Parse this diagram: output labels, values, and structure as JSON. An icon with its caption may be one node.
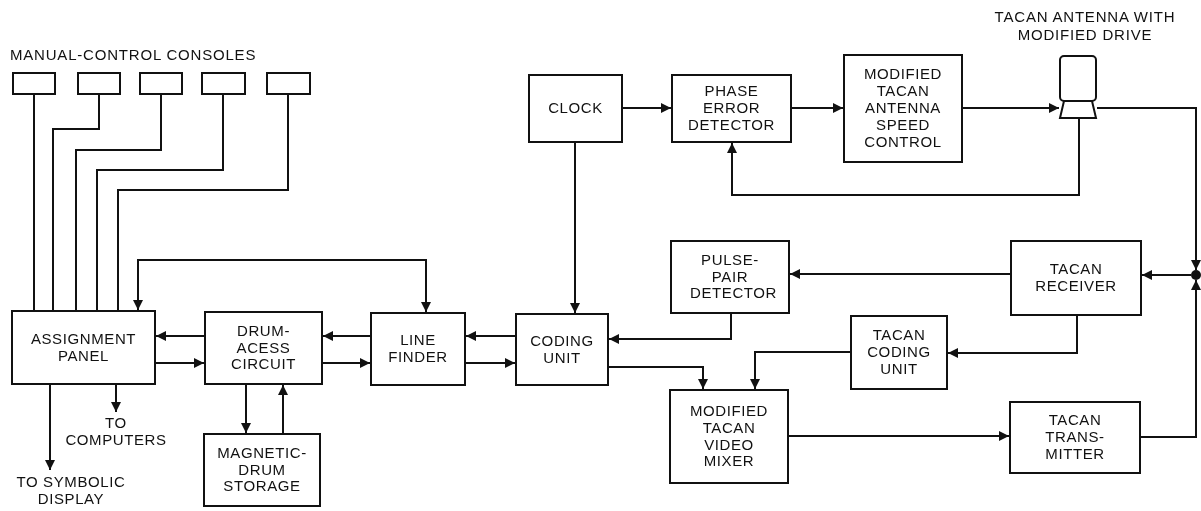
{
  "diagram": {
    "nodes": [
      {
        "text": [],
        "shape": "box"
      },
      {
        "text": [],
        "shape": "box"
      },
      {
        "text": [],
        "shape": "box"
      },
      {
        "text": [],
        "shape": "box"
      },
      {
        "text": [],
        "shape": "box"
      },
      {
        "text": [
          "ASSIGNMENT PANEL"
        ]
      },
      {
        "text": [
          "DRUM- ACESS CIRCUIT"
        ]
      },
      {
        "text": [
          "LINE FINDER"
        ]
      },
      {
        "text": [
          "CODING UNIT"
        ]
      },
      {
        "text": [
          "MAGNETIC- DRUM STORAGE"
        ]
      },
      {
        "text": [
          "TO COMPUTERS"
        ]
      },
      {
        "text": [
          "TO SYMBOLIC DISPLAY"
        ]
      },
      {
        "text": [
          "CLOCK"
        ]
      },
      {
        "text": [
          "PHASE ERROR DETECTOR"
        ]
      },
      {
        "text": [
          "MODIFIED TACAN ANTENNA SPEED CONTROL"
        ]
      },
      {
        "text": [],
        "shape": "box",
        "beside": [
          "TACAN ANTENNA WITH MODIFIED DRIVE"
        ]
      },
      {
        "text": [
          "PULSE- PAIR DETECTOR"
        ]
      },
      {
        "text": [
          "TACAN RECEIVER"
        ]
      },
      {
        "text": [
          "TACAN CODING UNIT"
        ]
      },
      {
        "text": [
          "MODIFIED TACAN VIDEO MIXER"
        ]
      },
      {
        "text": [
          "TACAN TRANS- MITTER"
        ]
      },
      {
        "text": [],
        "shape": "circle"
      }
    ],
    "edges": [
      {
        "from": 0,
        "to": 5,
        "arrow": "none"
      },
      {
        "from": 1,
        "to": 5,
        "arrow": "none"
      },
      {
        "from": 2,
        "to": 5,
        "arrow": "none"
      },
      {
        "from": 3,
        "to": 5,
        "arrow": "none"
      },
      {
        "from": 4,
        "to": 5,
        "arrow": "none"
      },
      {
        "from": 5,
        "to": 7,
        "arrow": "both"
      },
      {
        "from": 7,
        "to": 6,
        "arrow": "to"
      },
      {
        "from": 6,
        "to": 7,
        "arrow": "to"
      },
      {
        "from": 6,
        "to": 5,
        "arrow": "to"
      },
      {
        "from": 5,
        "to": 6,
        "arrow": "to"
      },
      {
        "from": 8,
        "to": 7,
        "arrow": "to"
      },
      {
        "from": 7,
        "to": 8,
        "arrow": "to"
      },
      {
        "from": 6,
        "to": 9,
        "arrow": "to"
      },
      {
        "from": 9,
        "to": 6,
        "arrow": "to"
      },
      {
        "from": 5,
        "to": 10,
        "arrow": "to"
      },
      {
        "from": 5,
        "to": 11,
        "arrow": "to"
      },
      {
        "from": 12,
        "to": 13,
        "arrow": "to"
      },
      {
        "from": 13,
        "to": 14,
        "arrow": "to"
      },
      {
        "from": 14,
        "to": 15,
        "arrow": "to"
      },
      {
        "from": 15,
        "to": 13,
        "arrow": "to"
      },
      {
        "from": 12,
        "to": 8,
        "arrow": "to"
      },
      {
        "from": 15,
        "to": 21,
        "arrow": "to"
      },
      {
        "from": 21,
        "to": 17,
        "arrow": "to"
      },
      {
        "from": 20,
        "to": 21,
        "arrow": "to"
      },
      {
        "from": 17,
        "to": 16,
        "arrow": "to"
      },
      {
        "from": 16,
        "to": 8,
        "arrow": "to"
      },
      {
        "from": 8,
        "to": 19,
        "arrow": "to"
      },
      {
        "from": 17,
        "to": 18,
        "arrow": "to"
      },
      {
        "from": 18,
        "to": 19,
        "arrow": "to"
      },
      {
        "from": 19,
        "to": 20,
        "arrow": "to"
      }
    ],
    "labels": [
      "MANUAL-CONTROL CONSOLES"
    ]
  }
}
